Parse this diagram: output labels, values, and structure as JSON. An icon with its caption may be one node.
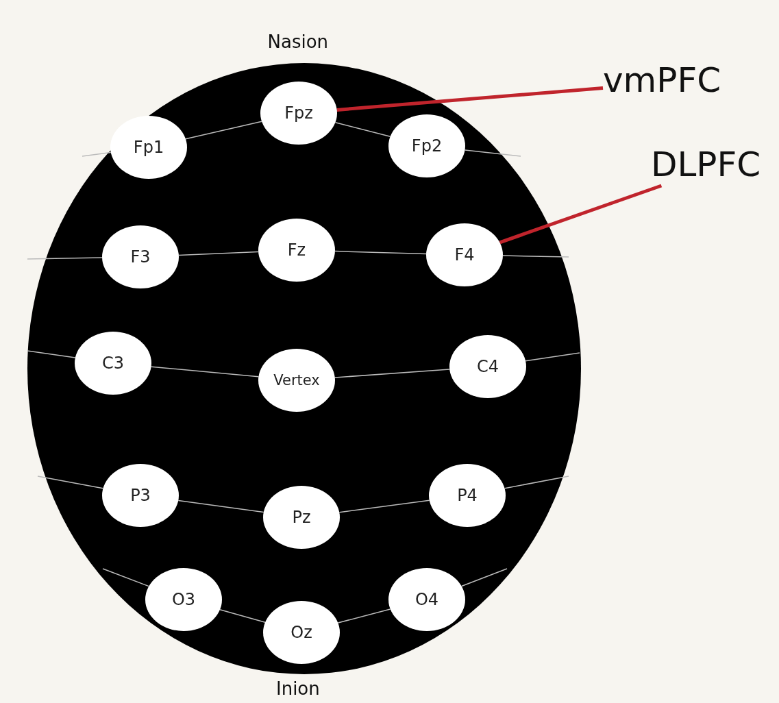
{
  "diagram": {
    "nodes": [
      {
        "text": [
          "Fpz"
        ]
      },
      {
        "text": [
          "vmPFC"
        ]
      },
      {
        "text": [
          "Fp1"
        ]
      },
      {
        "text": [
          "Fp2"
        ]
      },
      {
        "text": [
          "DLPFC"
        ]
      },
      {
        "text": [
          "F3"
        ]
      },
      {
        "text": [
          "Fz"
        ]
      },
      {
        "text": [
          "F4"
        ]
      },
      {
        "text": [
          "C3"
        ]
      },
      {
        "text": [
          "Vertex"
        ]
      },
      {
        "text": [
          "C4"
        ]
      },
      {
        "text": [
          "P3"
        ]
      },
      {
        "text": [
          "P4"
        ]
      },
      {
        "text": [
          "Pz"
        ]
      },
      {
        "text": [
          "O3"
        ]
      },
      {
        "text": [
          "O4"
        ]
      },
      {
        "text": [
          "Oz"
        ]
      }
    ],
    "edges": [
      {
        "from": 1,
        "to": 0,
        "arrow": "none",
        "style": "thick",
        "color": "#c0242c"
      },
      {
        "from": 4,
        "to": 7,
        "arrow": "none",
        "style": "thick",
        "color": "#c0242c"
      },
      {
        "from": 2,
        "to": 0,
        "arrow": "none"
      },
      {
        "from": 0,
        "to": 3,
        "arrow": "none"
      },
      {
        "from": 5,
        "to": 6,
        "arrow": "none"
      },
      {
        "from": 6,
        "to": 7,
        "arrow": "none"
      },
      {
        "from": 8,
        "to": 9,
        "arrow": "none"
      },
      {
        "from": 9,
        "to": 10,
        "arrow": "none"
      },
      {
        "from": 11,
        "to": 13,
        "arrow": "none"
      },
      {
        "from": 13,
        "to": 12,
        "arrow": "none"
      },
      {
        "from": 14,
        "to": 16,
        "arrow": "none"
      },
      {
        "from": 16,
        "to": 15,
        "arrow": "none"
      }
    ],
    "labels": [
      "Nasion",
      "Inion"
    ]
  }
}
